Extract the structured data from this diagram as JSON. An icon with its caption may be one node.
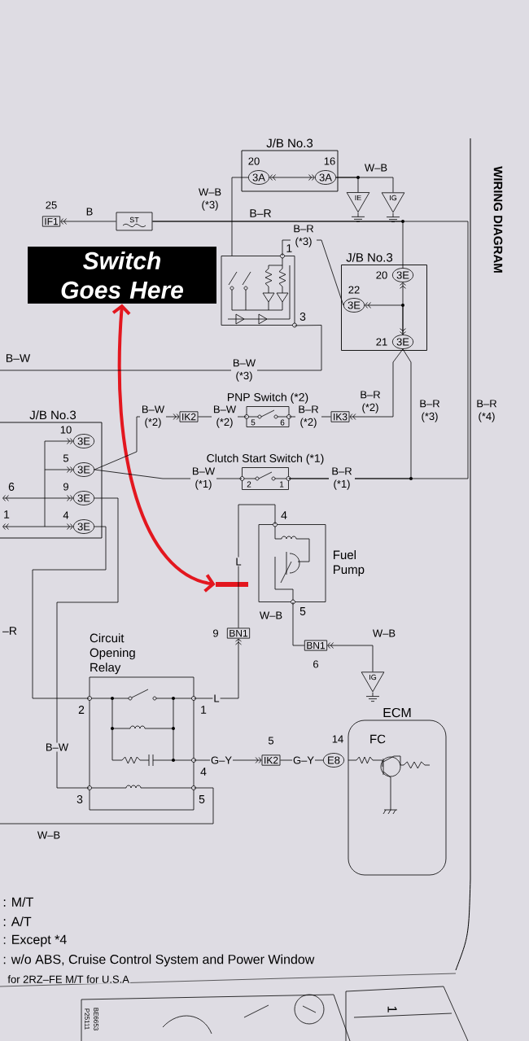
{
  "diagram": {
    "title": "WIRING DIAGRAM",
    "nodes": [
      {
        "text": [
          "Switch Goes Here"
        ]
      },
      {
        "text": [
          "J/B No.3"
        ]
      },
      {
        "text": [
          "3A"
        ],
        "in": 1,
        "beside": [
          "20"
        ]
      },
      {
        "text": [
          "3A"
        ],
        "in": 1,
        "beside": [
          "16"
        ]
      },
      {
        "text": [
          "IE"
        ]
      },
      {
        "text": [
          "IG"
        ]
      },
      {
        "text": [
          "IF1"
        ],
        "beside": [
          "25"
        ]
      },
      {
        "text": [
          "ST"
        ]
      },
      {
        "text": [],
        "shape": "box"
      },
      {
        "text": [
          "J/B No.3"
        ]
      },
      {
        "text": [
          "3E"
        ],
        "in": 9,
        "beside": [
          "20"
        ]
      },
      {
        "text": [
          "3E"
        ],
        "in": 9,
        "beside": [
          "22"
        ]
      },
      {
        "text": [
          "3E"
        ],
        "in": 9,
        "beside": [
          "21"
        ]
      },
      {
        "text": [
          "J/B No.3"
        ]
      },
      {
        "text": [
          "3E"
        ],
        "in": 13,
        "beside": [
          "10"
        ]
      },
      {
        "text": [
          "3E"
        ],
        "in": 13,
        "beside": [
          "5"
        ]
      },
      {
        "text": [
          "3E"
        ],
        "in": 13,
        "beside": [
          "9"
        ]
      },
      {
        "text": [
          "3E"
        ],
        "in": 13,
        "beside": [
          "4"
        ]
      },
      {
        "text": [
          "IK2"
        ]
      },
      {
        "text": [
          "PNP Switch (*2)"
        ]
      },
      {
        "text": [
          "IK3"
        ]
      },
      {
        "text": [
          "Clutch Start Switch (*1)"
        ]
      },
      {
        "text": [
          "Fuel Pump"
        ]
      },
      {
        "text": [
          "BN1"
        ],
        "beside": [
          "9"
        ]
      },
      {
        "text": [
          "BN1"
        ],
        "beside": [
          "6"
        ]
      },
      {
        "text": [
          "IG"
        ]
      },
      {
        "text": [
          "Circuit Opening Relay"
        ]
      },
      {
        "text": [
          "IK2"
        ],
        "beside": [
          "5"
        ]
      },
      {
        "text": [
          "E8"
        ],
        "beside": [
          "14"
        ]
      },
      {
        "text": [
          "ECM"
        ]
      },
      {
        "text": [],
        "shape": "bar"
      }
    ],
    "edges": [
      {
        "from": 0,
        "to": 30,
        "arrow": "both",
        "style": "thick",
        "color": "#e3171f"
      },
      {
        "from": 2,
        "to": 3,
        "arrow": "both"
      },
      {
        "from": 2,
        "to": 8,
        "arrow": "none",
        "label": "W–B (*3)"
      },
      {
        "from": 3,
        "to": 4,
        "arrow": "none",
        "label": "W–B"
      },
      {
        "from": 3,
        "to": 5,
        "arrow": "none"
      },
      {
        "from": 7,
        "to": 6,
        "arrow": "to",
        "label": "B"
      },
      {
        "from": 7,
        "to": 21,
        "arrow": "none",
        "label": "B–R (*4)"
      },
      {
        "from": 8,
        "to": 11,
        "arrow": "none",
        "label": "B–R (*3)"
      },
      {
        "from": 10,
        "to": 12,
        "arrow": "both"
      },
      {
        "from": 12,
        "to": 11,
        "arrow": "to"
      },
      {
        "from": 10,
        "to": 7,
        "arrow": "none"
      },
      {
        "from": 12,
        "to": 21,
        "arrow": "none",
        "label": "B–R (*3)"
      },
      {
        "from": 12,
        "to": 20,
        "arrow": "to",
        "label": "B–R (*2)"
      },
      {
        "from": 20,
        "to": 19,
        "arrow": "none",
        "label": "B–R (*2)"
      },
      {
        "from": 19,
        "to": 18,
        "arrow": "none",
        "label": "B–W (*2)"
      },
      {
        "from": 15,
        "to": 18,
        "arrow": "to",
        "label": "B–W (*2)"
      },
      {
        "from": 15,
        "to": 21,
        "arrow": "none",
        "label": "B–W (*1)"
      },
      {
        "from": 8,
        "to": null,
        "arrow": "none",
        "label": "B–W (*3)"
      },
      {
        "from": 22,
        "to": 23,
        "arrow": "none",
        "label": "L"
      },
      {
        "from": 26,
        "to": 23,
        "arrow": "to",
        "label": "L"
      },
      {
        "from": 22,
        "to": 24,
        "arrow": "none",
        "label": "W–B"
      },
      {
        "from": 25,
        "to": 24,
        "arrow": "to",
        "label": "W–B"
      },
      {
        "from": 26,
        "to": 27,
        "arrow": "to",
        "label": "G–Y"
      },
      {
        "from": 27,
        "to": 28,
        "arrow": "none",
        "label": "G–Y"
      },
      {
        "from": 16,
        "to": 26,
        "arrow": "none",
        "label": "B–W"
      },
      {
        "from": 17,
        "to": 26,
        "arrow": "none"
      },
      {
        "from": 26,
        "to": null,
        "arrow": "none",
        "label": "W–B"
      },
      {
        "from": null,
        "to": 14,
        "arrow": "to"
      },
      {
        "from": null,
        "to": 15,
        "arrow": "to"
      },
      {
        "from": null,
        "to": 16,
        "arrow": "to"
      },
      {
        "from": null,
        "to": 17,
        "arrow": "to"
      }
    ],
    "labels": [
      "B–R",
      "1",
      "3",
      "B–W",
      "6",
      "1",
      "5",
      "6",
      "2",
      "1",
      "B–R (*1)",
      "4",
      "5",
      "–R",
      "2",
      "1",
      "4",
      "3",
      "5",
      "FC",
      ": M/T",
      ": A/T",
      ": Except *4",
      ": w/o ABS, Cruise Control System and Power Window",
      "for 2RZ–FE M/T for U.S.A",
      "P25111",
      "BE6653",
      "1"
    ]
  }
}
